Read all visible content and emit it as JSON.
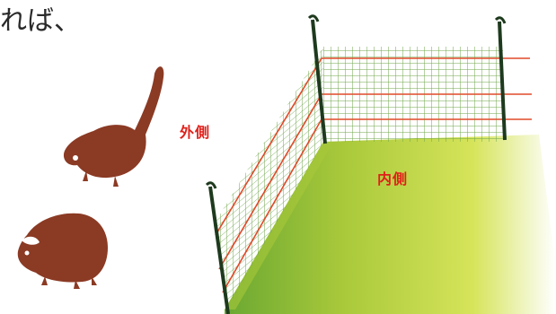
{
  "leading_text": "れば、",
  "labels": {
    "outside": "外側",
    "inside": "内側"
  },
  "colors": {
    "label_red": "#e0201a",
    "mesh_green": "#2e8b2e",
    "wire_red": "#e04a2a",
    "ground_light": "#d8e84a",
    "ground_dark": "#5aa632",
    "animal_brown": "#8b3a24",
    "post_dark": "#1e3a1e"
  },
  "icons": {
    "animal_1": "raccoon-dog-icon",
    "animal_2": "badger-icon",
    "fence": "electric-fence-icon"
  }
}
